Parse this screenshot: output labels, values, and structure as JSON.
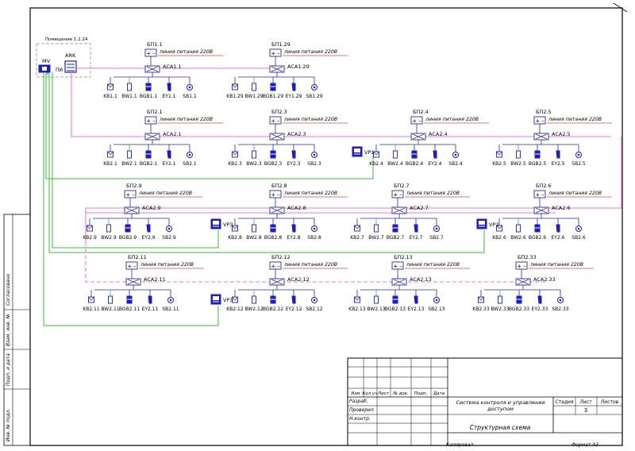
{
  "room_label": "Помещение 1.1.24",
  "mv_label": "MV",
  "ark_label": "ARK",
  "pi_label": "ПИ",
  "power_line_label": "линия питания 220В",
  "modules": [
    {
      "bp": "БП1.1",
      "aca": "ACA1.1",
      "devices": [
        "KB1.1",
        "BW1.1",
        "BGB1.1",
        "EY1.1",
        "SB1.1"
      ]
    },
    {
      "bp": "БП1.29",
      "aca": "ACA1.29",
      "devices": [
        "KB1.29",
        "BW1.29",
        "BGB1.29",
        "EY1.29",
        "SB1.29"
      ]
    },
    {
      "bp": "БП2.1",
      "aca": "ACA2.1",
      "devices": [
        "KB2.1",
        "BW2.1",
        "BGB2.1",
        "EY2.1",
        "SB2.1"
      ]
    },
    {
      "bp": "БП2.3",
      "aca": "ACA2.3",
      "devices": [
        "KB2.3",
        "BW2.3",
        "BGB2.3",
        "EY2.3",
        "SB2.3"
      ]
    },
    {
      "bp": "БП2.4",
      "aca": "ACA2.4",
      "devices": [
        "KB2.4",
        "BW2.4",
        "BGB2.4",
        "EY2.4",
        "SB2.4"
      ]
    },
    {
      "bp": "БП2.5",
      "aca": "ACA2.5",
      "devices": [
        "KB2.5",
        "BW2.5",
        "BGB2.5",
        "EY2.5",
        "SB2.5"
      ]
    },
    {
      "bp": "БП2.9",
      "aca": "ACA2.9",
      "devices": [
        "KB2.9",
        "BW2.9",
        "BGB2.9",
        "EY2.9",
        "SB2.9"
      ]
    },
    {
      "bp": "БП2.8",
      "aca": "ACA2.8",
      "devices": [
        "KB2.8",
        "BW2.8",
        "BGB2.8",
        "EY2.8",
        "SB2.8"
      ]
    },
    {
      "bp": "БП2.7",
      "aca": "ACA2.7",
      "devices": [
        "KB2.7",
        "BW2.7",
        "BGB2.7",
        "EY2.7",
        "SB2.7"
      ]
    },
    {
      "bp": "БП2.6",
      "aca": "ACA2.6",
      "devices": [
        "KB2.6",
        "BW2.6",
        "BGB2.6",
        "EY2.6",
        "SB2.6"
      ]
    },
    {
      "bp": "БП2.11",
      "aca": "ACA2.11",
      "devices": [
        "KB2.11",
        "BW2.11",
        "BGB2.11",
        "EY2.11",
        "SB2.11"
      ]
    },
    {
      "bp": "БП2.12",
      "aca": "ACA2.12",
      "devices": [
        "KB2.12",
        "BW2.12",
        "BGB2.12",
        "EY2.12",
        "SB2.12"
      ]
    },
    {
      "bp": "БП2.13",
      "aca": "ACA2.13",
      "devices": [
        "KB2.13",
        "BW2.13",
        "BGB2.13",
        "EY2.13",
        "SB2.13"
      ]
    },
    {
      "bp": "БП2.33",
      "aca": "ACA2.33",
      "devices": [
        "KB2.33",
        "BW2.33",
        "BGB2.33",
        "EY2.33",
        "SB2.33"
      ]
    }
  ],
  "vp_units": [
    "VP1",
    "VP3",
    "VP2",
    "VP3"
  ],
  "side_stamps": [
    "Согласовано",
    "Взам. инв. №",
    "Подп. и дата",
    "Инв. № подл."
  ],
  "title_block": {
    "header_cells": [
      "Изм",
      "Кол.уч",
      "Лист",
      "№ док.",
      "Подп.",
      "Дата"
    ],
    "roles": [
      "Разраб.",
      "Проверил",
      "Н.контр."
    ],
    "system_title": "Система контроля и управления доступом",
    "drawing_title": "Структурная схема",
    "stage_header": "Стадия",
    "sheet_header": "Лист",
    "sheets_header": "Листов",
    "sheet_number": "3"
  },
  "copied_label": "Копировал",
  "format_label": "Формат А3",
  "colors": {
    "frame": "#000000",
    "power_line": "#d97b66",
    "pink_line": "#e87ad6",
    "green_line": "#3dbb3d",
    "blue_line": "#2a2a9a",
    "device_blue": "#1e1eb4"
  }
}
